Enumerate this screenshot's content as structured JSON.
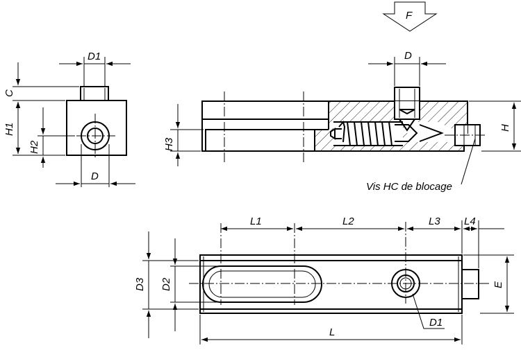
{
  "labels": {
    "force": "F",
    "side_D1": "D1",
    "side_C": "C",
    "side_H1": "H1",
    "side_H2": "H2",
    "side_D": "D",
    "sec_D": "D",
    "sec_H3": "H3",
    "sec_H": "H",
    "note": "Vis HC de blocage",
    "L1": "L1",
    "L2": "L2",
    "L3": "L3",
    "L4": "L4",
    "D3": "D3",
    "D2": "D2",
    "E": "E",
    "top_D1": "D1",
    "L": "L"
  }
}
